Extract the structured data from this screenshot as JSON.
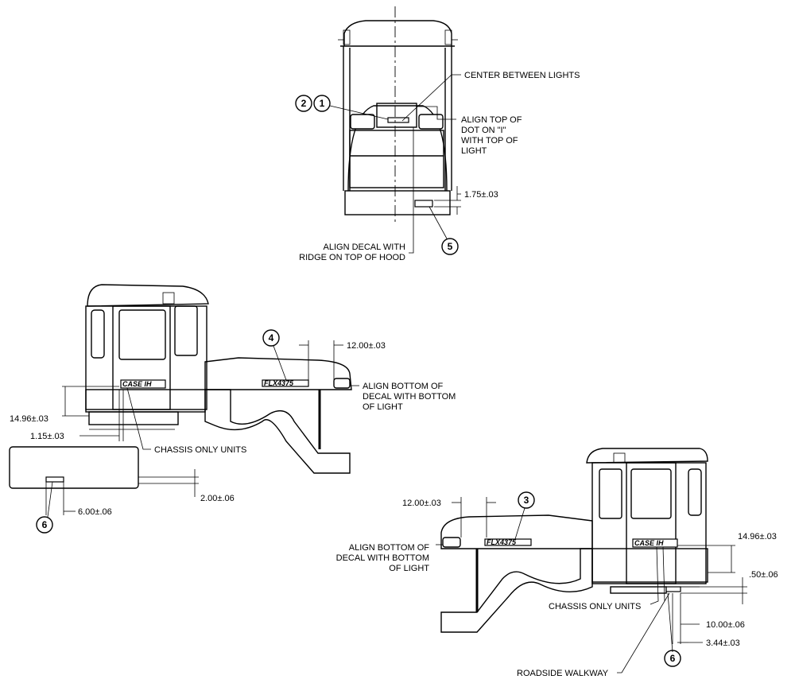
{
  "front_view": {
    "note_center": "CENTER BETWEEN LIGHTS",
    "note_align_dot": [
      "ALIGN TOP OF",
      "DOT ON \"I\"",
      "WITH TOP OF",
      "LIGHT"
    ],
    "note_align_ridge": [
      "ALIGN DECAL WITH",
      "RIDGE ON TOP OF HOOD"
    ],
    "dim_height": "1.75±.03",
    "callout_2": "2",
    "callout_1": "1",
    "callout_5": "5"
  },
  "left_view": {
    "callout_4": "4",
    "dim_12": "12.00±.03",
    "note_align_bottom": [
      "ALIGN BOTTOM OF",
      "DECAL WITH BOTTOM",
      "OF LIGHT"
    ],
    "dim_1496": "14.96±.03",
    "dim_115": "1.15±.03",
    "note_chassis": "CHASSIS ONLY UNITS",
    "dim_200": "2.00±.06",
    "dim_600": "6.00±.06",
    "callout_6": "6",
    "decal_model": "FLX4375",
    "decal_brand": "CASE IH"
  },
  "right_view": {
    "dim_12": "12.00±.03",
    "callout_3": "3",
    "note_align_bottom": [
      "ALIGN BOTTOM OF",
      "DECAL WITH BOTTOM",
      "OF LIGHT"
    ],
    "dim_1496": "14.96±.03",
    "dim_050": ".50±.06",
    "note_chassis": "CHASSIS ONLY UNITS",
    "dim_1000": "10.00±.06",
    "dim_344": "3.44±.03",
    "note_walkway": "ROADSIDE WALKWAY",
    "callout_6": "6",
    "decal_model": "FLX4375",
    "decal_brand": "CASE IH"
  }
}
